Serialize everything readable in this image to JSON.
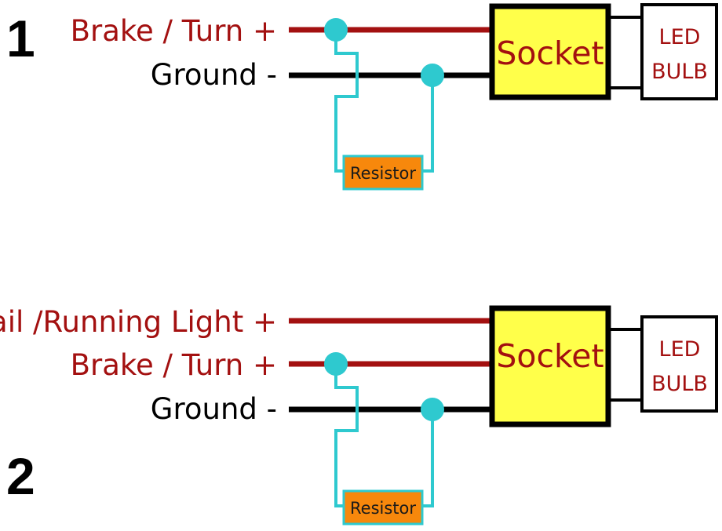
{
  "colors": {
    "positive_wire": "#a31010",
    "ground_wire": "#000000",
    "resistor_lead": "#2ec9cf",
    "resistor_fill": "#f7880c",
    "socket_fill": "#ffff4a",
    "label_red": "#a31010",
    "text_dark": "#000000"
  },
  "diagram1": {
    "number": "1",
    "wires": [
      {
        "label": "Brake / Turn +",
        "kind": "positive"
      },
      {
        "label": "Ground -",
        "kind": "ground"
      }
    ],
    "resistor_label": "Resistor",
    "socket_label": "Socket",
    "bulb_label": [
      "LED",
      "BULB"
    ]
  },
  "diagram2": {
    "number": "2",
    "wires": [
      {
        "label": "Tail /Running Light +",
        "kind": "positive"
      },
      {
        "label": "Brake / Turn +",
        "kind": "positive"
      },
      {
        "label": "Ground -",
        "kind": "ground"
      }
    ],
    "resistor_label": "Resistor",
    "socket_label": "Socket",
    "bulb_label": [
      "LED",
      "BULB"
    ]
  }
}
